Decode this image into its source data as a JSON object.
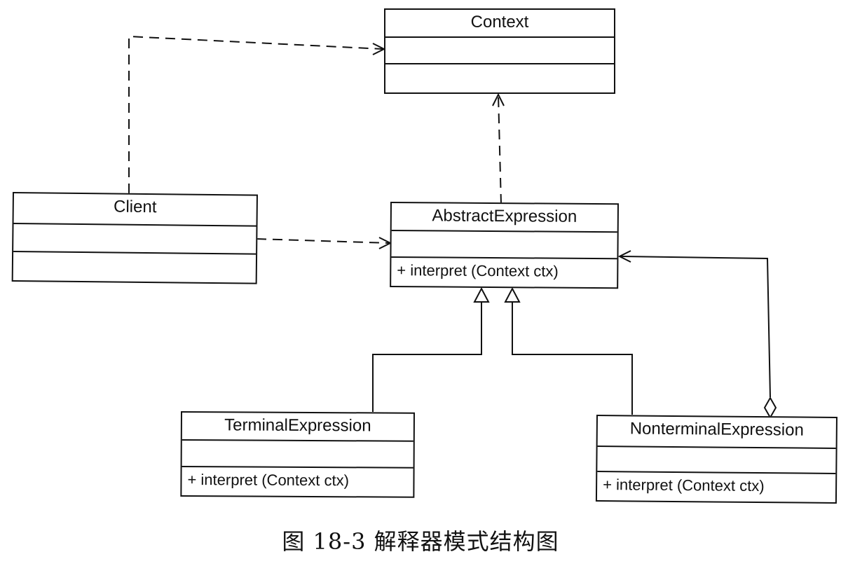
{
  "classes": {
    "context": {
      "name": "Context",
      "attributes": "",
      "operations": ""
    },
    "client": {
      "name": "Client",
      "attributes": "",
      "operations": ""
    },
    "abstract_expression": {
      "name": "AbstractExpression",
      "attributes": "",
      "operations": "+ interpret (Context ctx)"
    },
    "terminal_expression": {
      "name": "TerminalExpression",
      "attributes": "",
      "operations": "+  interpret (Context ctx)"
    },
    "nonterminal_expression": {
      "name": "NonterminalExpression",
      "attributes": "",
      "operations": "+ interpret (Context ctx)"
    }
  },
  "relations": [
    {
      "type": "dependency",
      "from": "Client",
      "to": "Context"
    },
    {
      "type": "dependency",
      "from": "Client",
      "to": "AbstractExpression"
    },
    {
      "type": "dependency",
      "from": "AbstractExpression",
      "to": "Context"
    },
    {
      "type": "generalization",
      "from": "TerminalExpression",
      "to": "AbstractExpression"
    },
    {
      "type": "generalization",
      "from": "NonterminalExpression",
      "to": "AbstractExpression"
    },
    {
      "type": "aggregation",
      "from": "NonterminalExpression",
      "to": "AbstractExpression"
    }
  ],
  "caption": "图 18-3   解释器模式结构图"
}
